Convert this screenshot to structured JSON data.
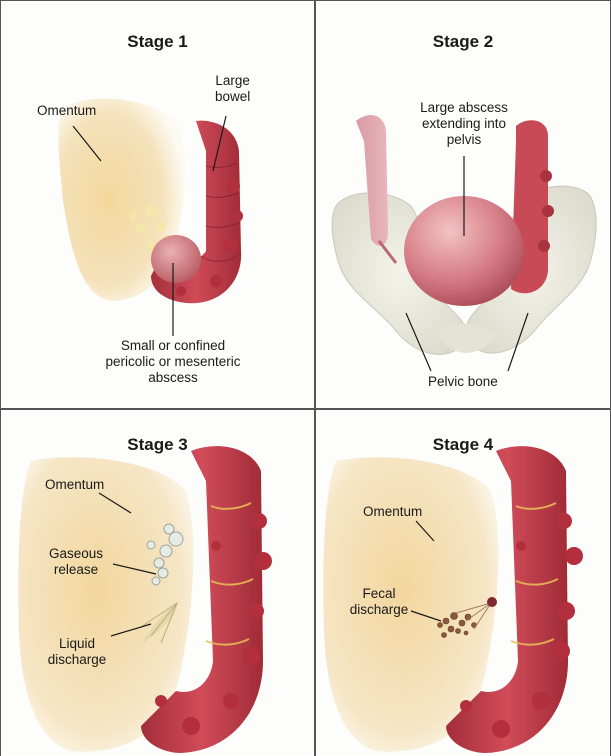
{
  "panels": [
    {
      "title": "Stage 1",
      "labels": {
        "omentum": "Omentum",
        "large_bowel": "Large\nbowel",
        "abscess": "Small or confined\npericolic or mesenteric\nabscess"
      }
    },
    {
      "title": "Stage 2",
      "labels": {
        "large_abscess": "Large abscess\nextending into\npelvis",
        "pelvic_bone": "Pelvic bone"
      }
    },
    {
      "title": "Stage 3",
      "labels": {
        "omentum": "Omentum",
        "gaseous_release": "Gaseous\nrelease",
        "liquid_discharge": "Liquid\ndischarge"
      }
    },
    {
      "title": "Stage 4",
      "labels": {
        "omentum": "Omentum",
        "fecal_discharge": "Fecal\ndischarge"
      }
    }
  ],
  "colors": {
    "bowel": "#c8404e",
    "bowel_dark": "#9e2b38",
    "omentum": "#f1d69a",
    "abscess": "#d97a82",
    "bone": "#ecebe0",
    "border": "#555555"
  }
}
